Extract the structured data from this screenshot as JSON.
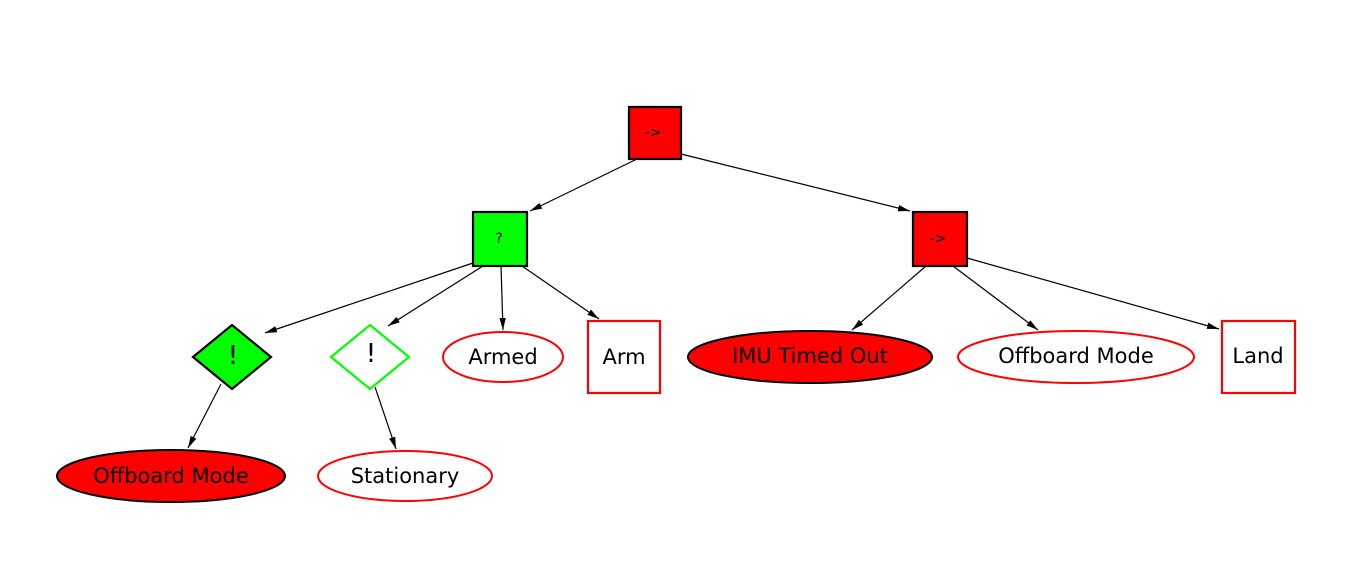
{
  "diagram": {
    "type": "behavior-tree",
    "colors": {
      "active_red": "#ff0000",
      "active_green": "#00ff00",
      "idle_white": "#ffffff",
      "border_black": "#000000",
      "border_red": "#ff0000",
      "border_green": "#00ff00",
      "edge_black": "#000000"
    },
    "nodes": {
      "root_sequence": {
        "label": "->",
        "shape": "box",
        "fill": "#ff0000",
        "stroke": "#000000"
      },
      "fallback": {
        "label": "?",
        "shape": "box",
        "fill": "#00ff00",
        "stroke": "#000000"
      },
      "sequence": {
        "label": "->",
        "shape": "box",
        "fill": "#ff0000",
        "stroke": "#000000"
      },
      "inverter_left": {
        "label": "!",
        "shape": "diamond",
        "fill": "#00ff00",
        "stroke": "#000000"
      },
      "inverter_right": {
        "label": "!",
        "shape": "diamond",
        "fill": "#ffffff",
        "stroke": "#00ff00"
      },
      "armed": {
        "label": "Armed",
        "shape": "ellipse",
        "fill": "#ffffff",
        "stroke": "#ff0000"
      },
      "arm": {
        "label": "Arm",
        "shape": "box",
        "fill": "#ffffff",
        "stroke": "#ff0000"
      },
      "imu_timed_out": {
        "label": "IMU Timed Out",
        "shape": "ellipse",
        "fill": "#ff0000",
        "stroke": "#000000"
      },
      "offboard_mode_right": {
        "label": "Offboard Mode",
        "shape": "ellipse",
        "fill": "#ffffff",
        "stroke": "#ff0000"
      },
      "land": {
        "label": "Land",
        "shape": "box",
        "fill": "#ffffff",
        "stroke": "#ff0000"
      },
      "offboard_mode_left": {
        "label": "Offboard Mode",
        "shape": "ellipse",
        "fill": "#ff0000",
        "stroke": "#000000"
      },
      "stationary": {
        "label": "Stationary",
        "shape": "ellipse",
        "fill": "#ffffff",
        "stroke": "#ff0000"
      }
    },
    "edges": [
      {
        "from": "root_sequence",
        "to": "fallback"
      },
      {
        "from": "root_sequence",
        "to": "sequence"
      },
      {
        "from": "fallback",
        "to": "inverter_left"
      },
      {
        "from": "fallback",
        "to": "inverter_right"
      },
      {
        "from": "fallback",
        "to": "armed"
      },
      {
        "from": "fallback",
        "to": "arm"
      },
      {
        "from": "sequence",
        "to": "imu_timed_out"
      },
      {
        "from": "sequence",
        "to": "offboard_mode_right"
      },
      {
        "from": "sequence",
        "to": "land"
      },
      {
        "from": "inverter_left",
        "to": "offboard_mode_left"
      },
      {
        "from": "inverter_right",
        "to": "stationary"
      }
    ]
  }
}
